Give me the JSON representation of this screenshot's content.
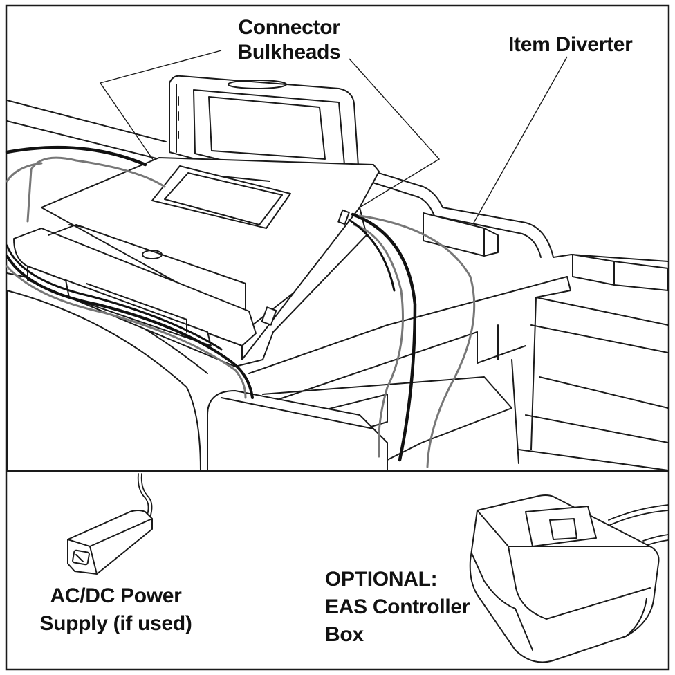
{
  "labels": {
    "connector_bulkheads": [
      "Connector",
      "Bulkheads"
    ],
    "item_diverter": "Item Diverter",
    "power_supply": [
      "AC/DC Power",
      "Supply (if used)"
    ],
    "eas_box": [
      "OPTIONAL:",
      "EAS Controller",
      "Box"
    ]
  },
  "colors": {
    "line": "#1a1a1a",
    "cable_dark": "#111111",
    "cable_grey": "#777777",
    "background": "#ffffff"
  }
}
